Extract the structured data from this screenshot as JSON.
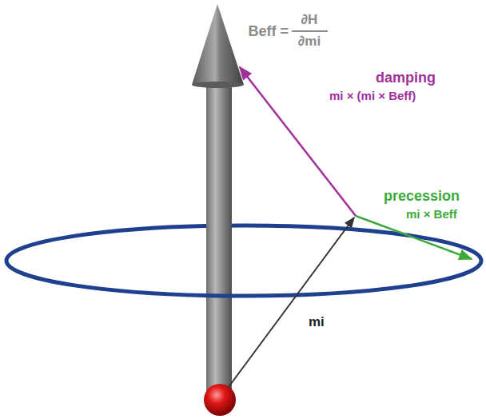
{
  "diagram": {
    "labels": [
      "Beff =",
      "∂H",
      "∂mi",
      "damping",
      "mi × (mi × Beff)",
      "precession",
      "mi × Beff",
      "mi"
    ]
  }
}
